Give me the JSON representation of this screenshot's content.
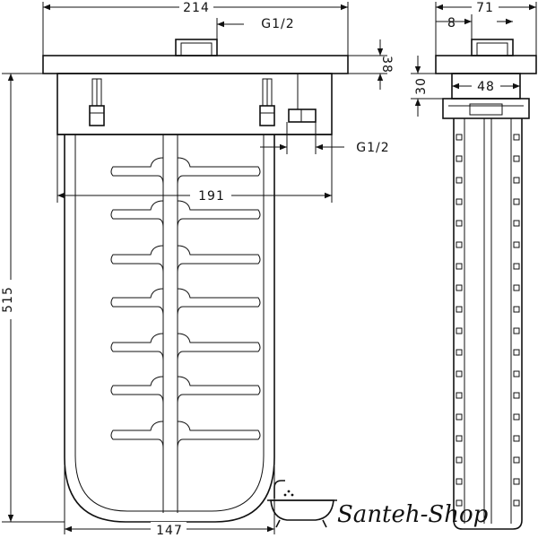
{
  "front_view": {
    "dim_width_top": "214",
    "dim_inlet_top": "G1/2",
    "dim_flange_height": "38",
    "dim_inlet_side": "G1/2",
    "dim_inner_width": "191",
    "dim_height": "515",
    "dim_bottom_width": "147"
  },
  "side_view": {
    "dim_total_width": "71",
    "dim_offset": "8",
    "dim_height_30": "30",
    "dim_width_48": "48"
  },
  "watermark": {
    "text": "Santeh-Shop"
  }
}
